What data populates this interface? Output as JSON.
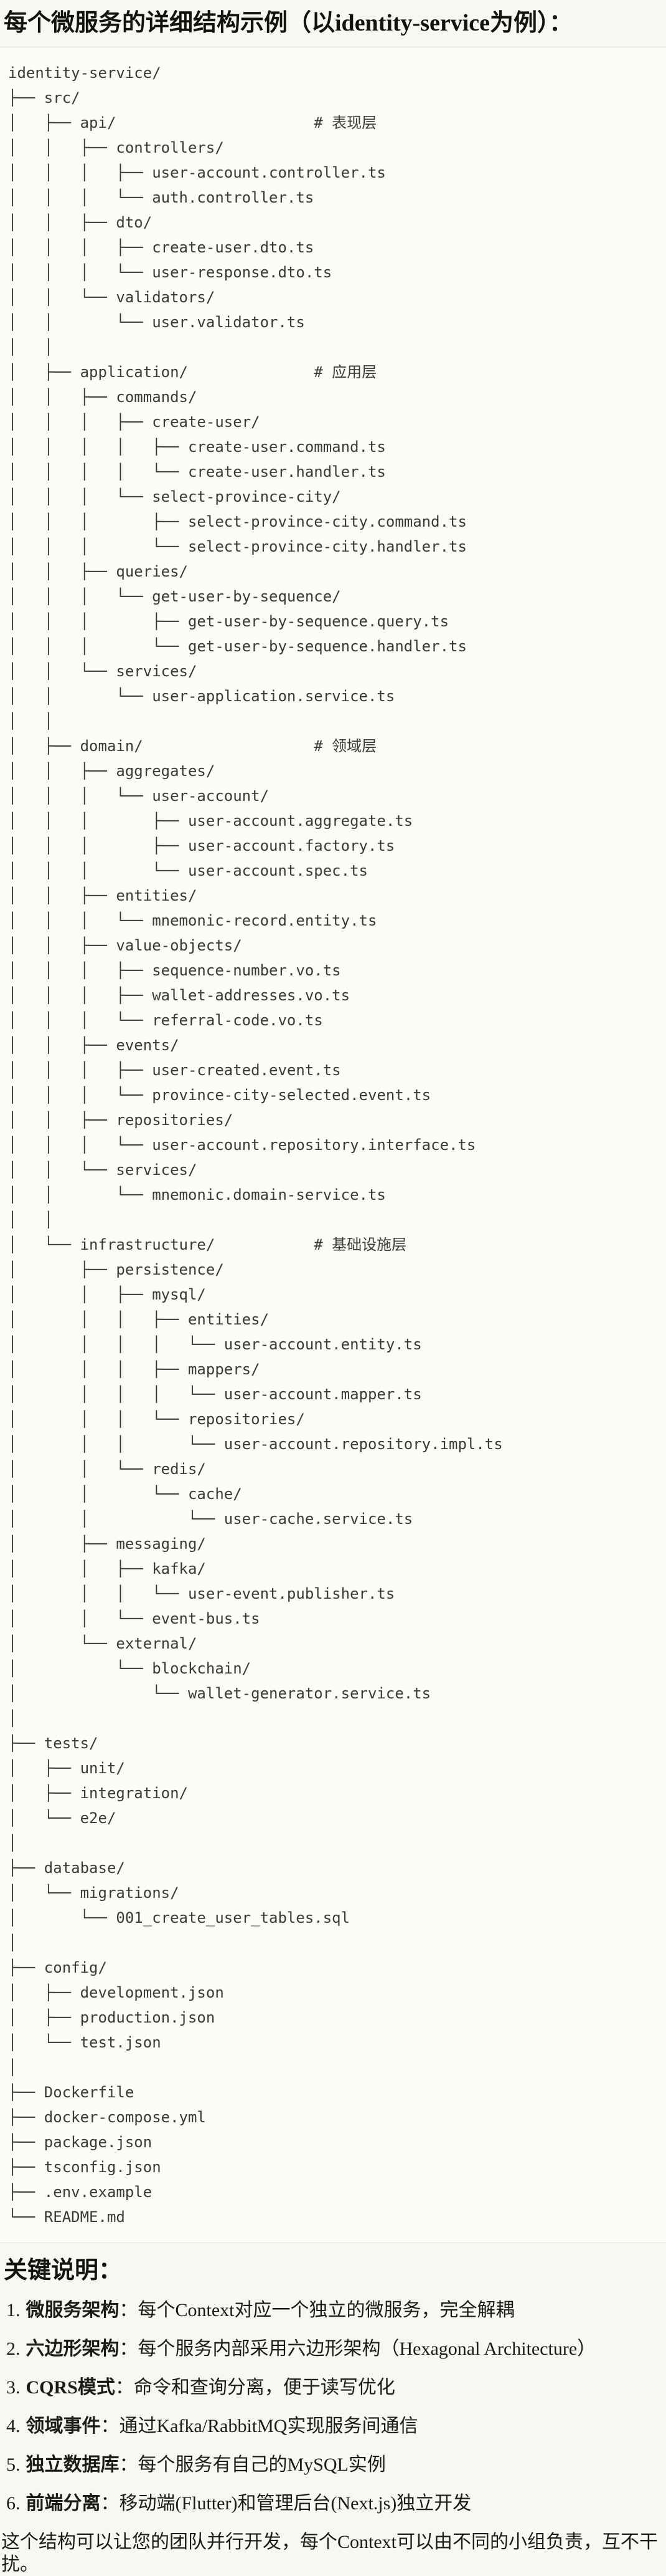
{
  "title": "每个微服务的详细结构示例（以identity-service为例）：",
  "tree": {
    "lines": [
      "identity-service/",
      "├── src/",
      "│   ├── api/                      # 表现层",
      "│   │   ├── controllers/",
      "│   │   │   ├── user-account.controller.ts",
      "│   │   │   └── auth.controller.ts",
      "│   │   ├── dto/",
      "│   │   │   ├── create-user.dto.ts",
      "│   │   │   └── user-response.dto.ts",
      "│   │   └── validators/",
      "│   │       └── user.validator.ts",
      "│   │",
      "│   ├── application/              # 应用层",
      "│   │   ├── commands/",
      "│   │   │   ├── create-user/",
      "│   │   │   │   ├── create-user.command.ts",
      "│   │   │   │   └── create-user.handler.ts",
      "│   │   │   └── select-province-city/",
      "│   │   │       ├── select-province-city.command.ts",
      "│   │   │       └── select-province-city.handler.ts",
      "│   │   ├── queries/",
      "│   │   │   └── get-user-by-sequence/",
      "│   │   │       ├── get-user-by-sequence.query.ts",
      "│   │   │       └── get-user-by-sequence.handler.ts",
      "│   │   └── services/",
      "│   │       └── user-application.service.ts",
      "│   │",
      "│   ├── domain/                   # 领域层",
      "│   │   ├── aggregates/",
      "│   │   │   └── user-account/",
      "│   │   │       ├── user-account.aggregate.ts",
      "│   │   │       ├── user-account.factory.ts",
      "│   │   │       └── user-account.spec.ts",
      "│   │   ├── entities/",
      "│   │   │   └── mnemonic-record.entity.ts",
      "│   │   ├── value-objects/",
      "│   │   │   ├── sequence-number.vo.ts",
      "│   │   │   ├── wallet-addresses.vo.ts",
      "│   │   │   └── referral-code.vo.ts",
      "│   │   ├── events/",
      "│   │   │   ├── user-created.event.ts",
      "│   │   │   └── province-city-selected.event.ts",
      "│   │   ├── repositories/",
      "│   │   │   └── user-account.repository.interface.ts",
      "│   │   └── services/",
      "│   │       └── mnemonic.domain-service.ts",
      "│   │",
      "│   └── infrastructure/           # 基础设施层",
      "│       ├── persistence/",
      "│       │   ├── mysql/",
      "│       │   │   ├── entities/",
      "│       │   │   │   └── user-account.entity.ts",
      "│       │   │   ├── mappers/",
      "│       │   │   │   └── user-account.mapper.ts",
      "│       │   │   └── repositories/",
      "│       │   │       └── user-account.repository.impl.ts",
      "│       │   └── redis/",
      "│       │       └── cache/",
      "│       │           └── user-cache.service.ts",
      "│       ├── messaging/",
      "│       │   ├── kafka/",
      "│       │   │   └── user-event.publisher.ts",
      "│       │   └── event-bus.ts",
      "│       └── external/",
      "│           └── blockchain/",
      "│               └── wallet-generator.service.ts",
      "│",
      "├── tests/",
      "│   ├── unit/",
      "│   ├── integration/",
      "│   └── e2e/",
      "│",
      "├── database/",
      "│   └── migrations/",
      "│       └── 001_create_user_tables.sql",
      "│",
      "├── config/",
      "│   ├── development.json",
      "│   ├── production.json",
      "│   └── test.json",
      "│",
      "├── Dockerfile",
      "├── docker-compose.yml",
      "├── package.json",
      "├── tsconfig.json",
      "├── .env.example",
      "└── README.md"
    ]
  },
  "key_notes": {
    "heading": "关键说明：",
    "items": [
      {
        "num": "1.",
        "label": "微服务架构",
        "text": "：每个Context对应一个独立的微服务，完全解耦"
      },
      {
        "num": "2.",
        "label": "六边形架构",
        "text": "：每个服务内部采用六边形架构（Hexagonal Architecture）"
      },
      {
        "num": "3.",
        "label": "CQRS模式",
        "text": "：命令和查询分离，便于读写优化"
      },
      {
        "num": "4.",
        "label": "领域事件",
        "text": "：通过Kafka/RabbitMQ实现服务间通信"
      },
      {
        "num": "5.",
        "label": "独立数据库",
        "text": "：每个服务有自己的MySQL实例"
      },
      {
        "num": "6.",
        "label": "前端分离",
        "text": "：移动端(Flutter)和管理后台(Next.js)独立开发"
      }
    ],
    "closing": "这个结构可以让您的团队并行开发，每个Context可以由不同的小组负责，互不干扰。"
  },
  "colors": {
    "page_background": "#f9f7f2",
    "code_background": "#fcfbf8",
    "code_border": "#e4e2d9",
    "code_text": "#3a3a36",
    "body_text": "#1c1b18"
  }
}
